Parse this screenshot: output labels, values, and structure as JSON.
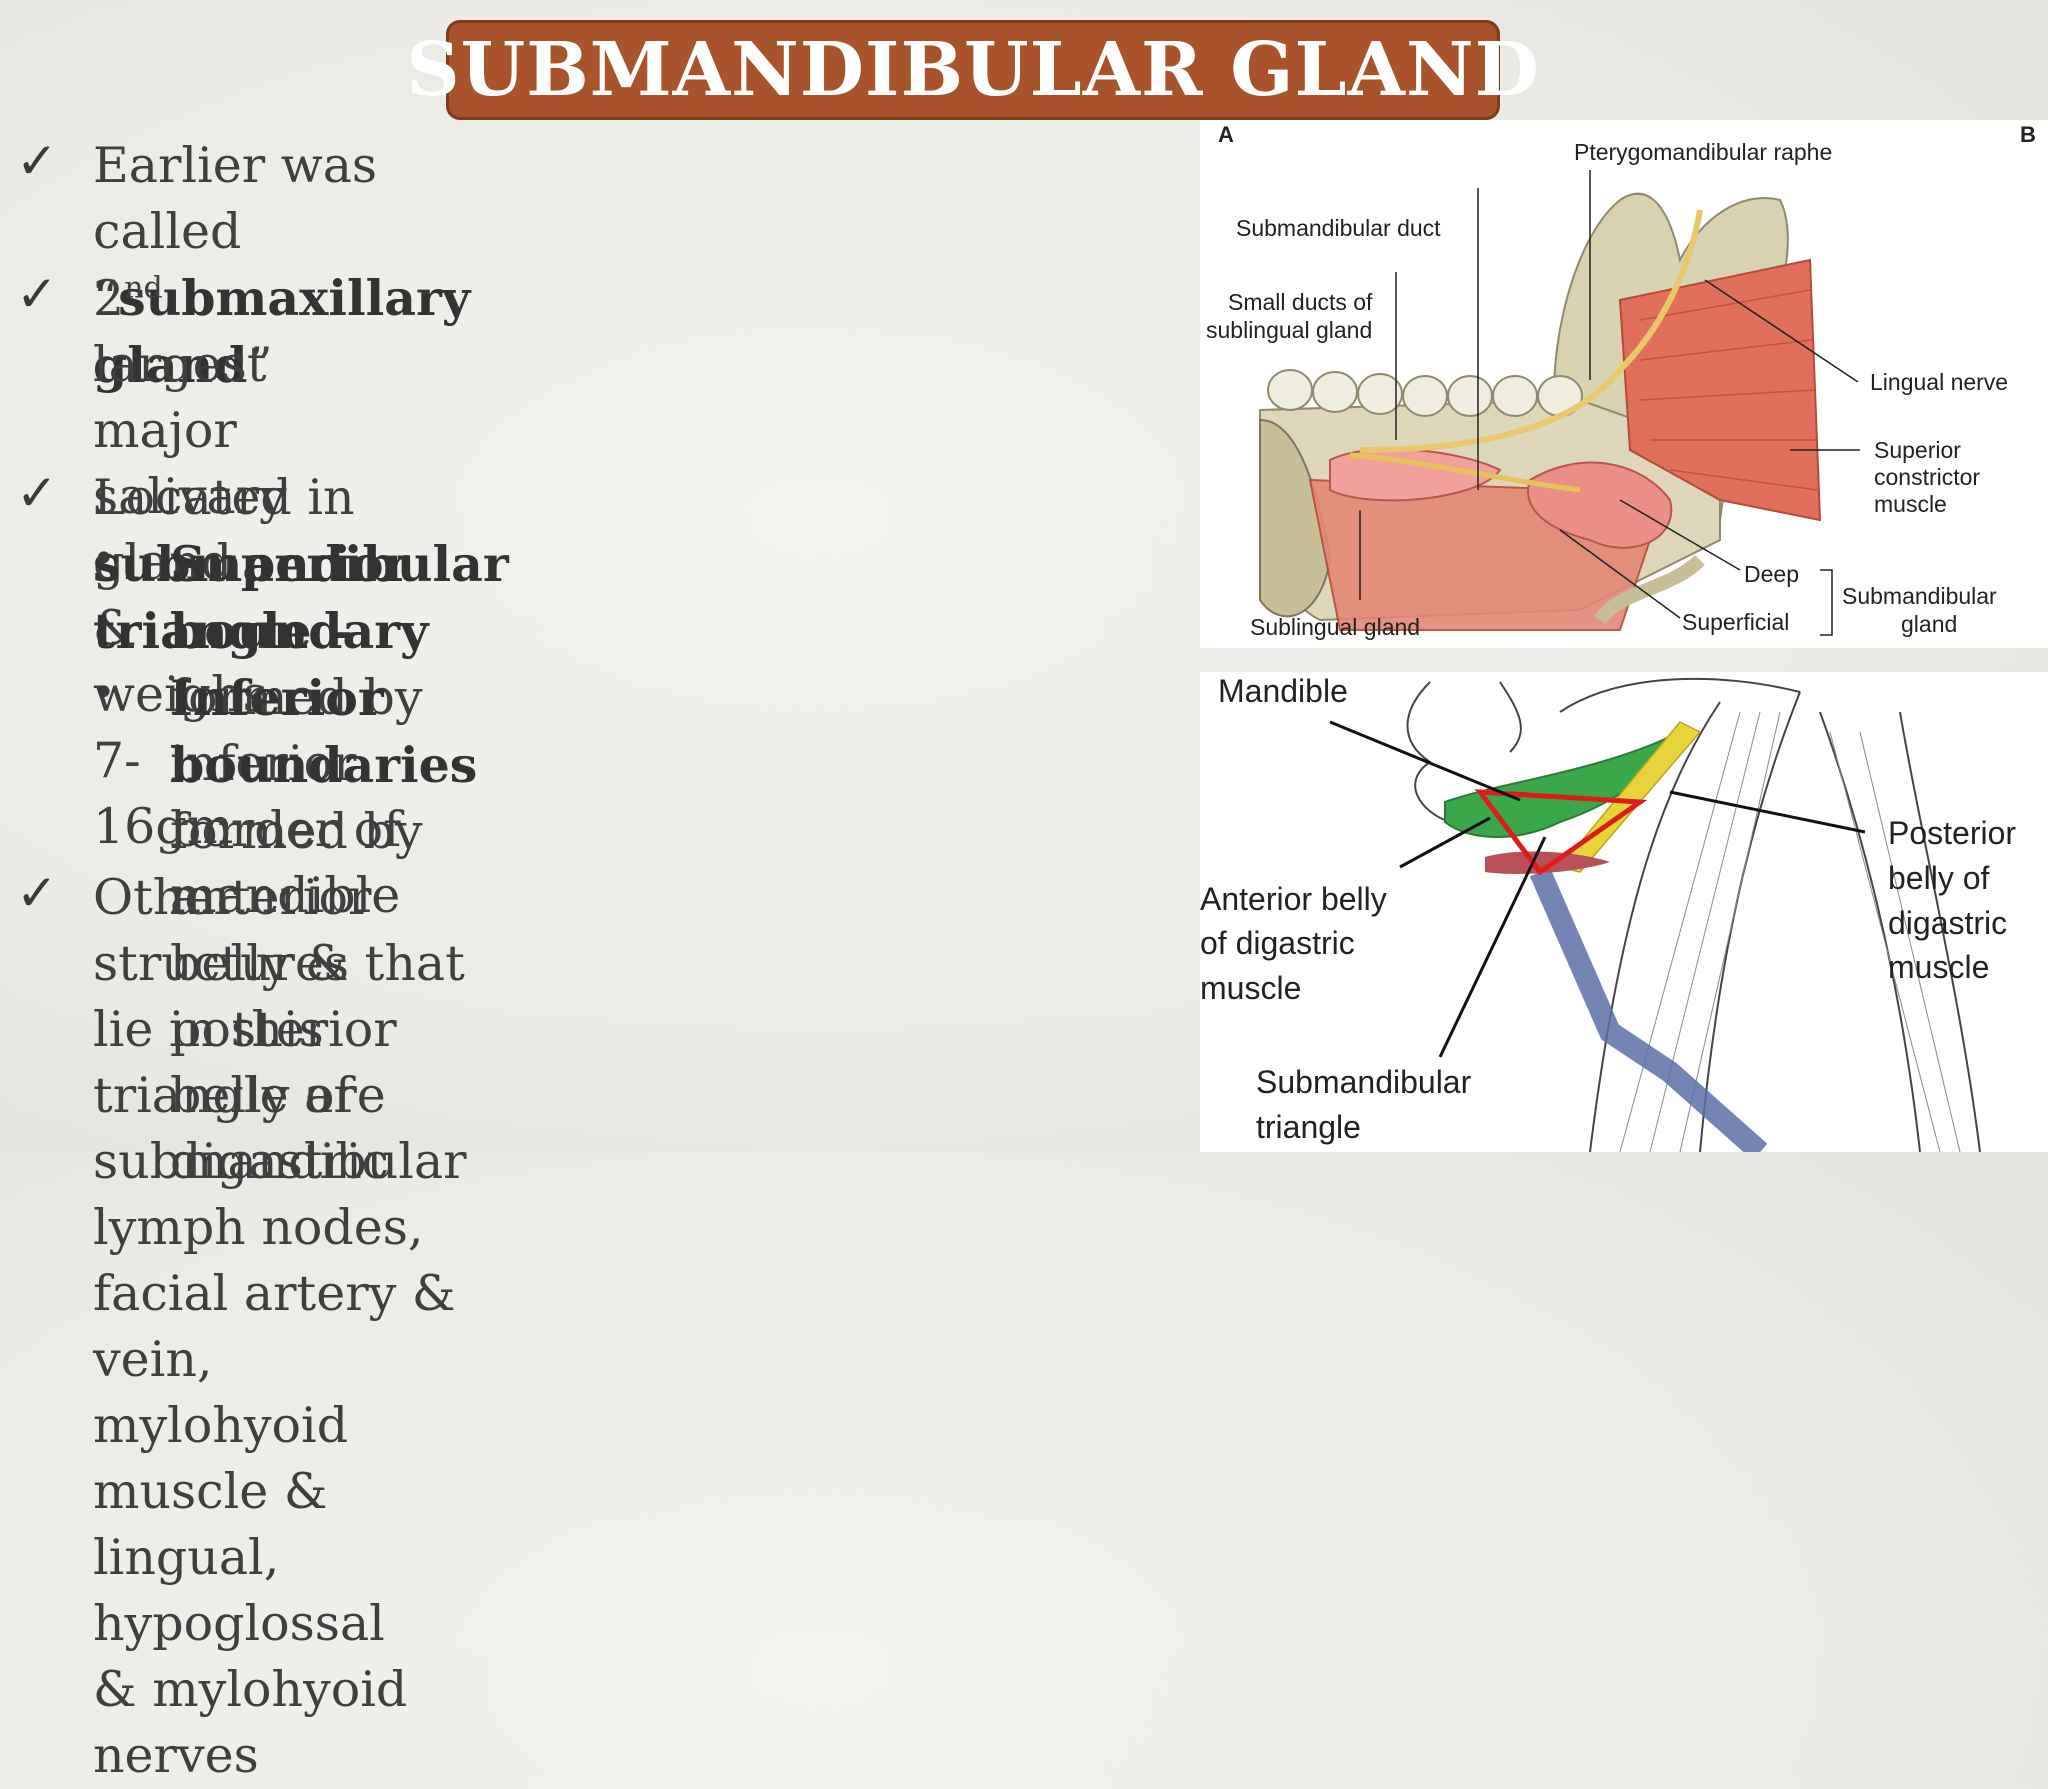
{
  "title": "SUBMANDIBULAR GLAND",
  "bullets": {
    "b1": {
      "pre": "Earlier was called “",
      "bold": "submaxillary gland",
      "post": "”"
    },
    "b2": {
      "num": "2",
      "sup": "nd",
      "line1": " largest major salivary gland & weighs 7-",
      "line2": "16gm"
    },
    "b3": {
      "pre": "Located in ",
      "bold": "submandibular triangle –",
      "sub1": {
        "bold": "Superior boundary",
        "rest1": " formed by inferior",
        "rest2": "border of mandible"
      },
      "sub2": {
        "bold": "Inferior boundaries",
        "rest1": " formed by anterior",
        "rest2": "belly & posterior belly of digastric"
      }
    },
    "b4": {
      "l1": "Other structures that lie in this triangle are",
      "l2": "submandibular lymph nodes, facial artery &",
      "l3": "vein, mylohyoid muscle & lingual, hypoglossal",
      "l4": "& mylohyoid nerves"
    }
  },
  "figure_top": {
    "panel_a": "A",
    "panel_b": "B",
    "labels": {
      "raphe": "Pterygomandibular raphe",
      "duct": "Submandibular duct",
      "small1": "Small ducts of",
      "small2": "sublingual gland",
      "lingual": "Lingual nerve",
      "sup1": "Superior",
      "sup2": "constrictor",
      "sup3": "muscle",
      "deep": "Deep",
      "superficial": "Superficial",
      "smg1": "Submandibular",
      "smg2": "gland",
      "sublingual": "Sublingual gland"
    }
  },
  "figure_bottom": {
    "labels": {
      "mandible": "Mandible",
      "ant1": "Anterior belly",
      "ant2": "of digastric",
      "ant3": "muscle",
      "post1": "Posterior",
      "post2": "belly of",
      "post3": "digastric",
      "post4": "muscle",
      "tri1": "Submandibular",
      "tri2": "triangle"
    }
  },
  "colors": {
    "title_bg": "#a9532a",
    "muscle": "#e0705c",
    "bone": "#d9d2b4",
    "triangle": "#e01b1b",
    "green": "#3aa84a",
    "yellow": "#e8d43a",
    "nerve_blue": "#5b6fa8"
  }
}
